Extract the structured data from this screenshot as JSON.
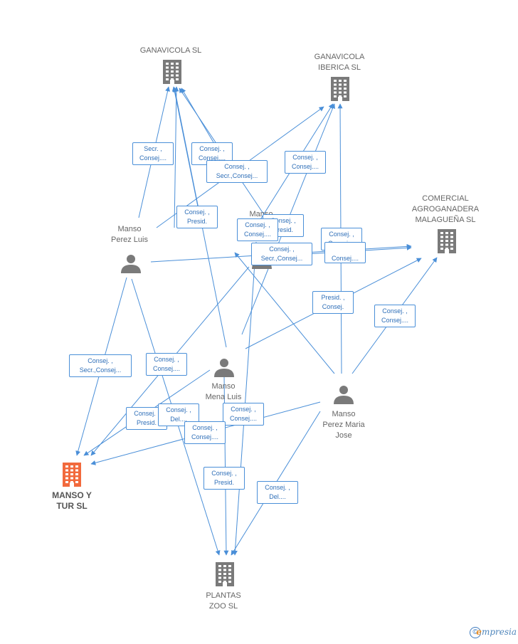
{
  "colors": {
    "edge": "#4a8fd8",
    "company_icon": "#7a7a7a",
    "person_icon": "#7a7a7a",
    "main_company_icon": "#f26a3d"
  },
  "nodes": {
    "ganavicola_sl": {
      "label": "GANAVICOLA SL",
      "kind": "company"
    },
    "ganavicola_iberica_sl": {
      "label": "GANAVICOLA\nIBERICA SL",
      "kind": "company"
    },
    "comercial_agroganadera": {
      "label": "COMERCIAL\nAGROGANADERA\nMALAGUEÑA SL",
      "kind": "company"
    },
    "manso_perez_luis": {
      "label": "Manso\nPerez Luis",
      "kind": "person"
    },
    "manso_hidden": {
      "label": "Manso",
      "kind": "person"
    },
    "manso_mena_luis": {
      "label": "Manso\nMena Luis",
      "kind": "person"
    },
    "manso_perez_maria_jose": {
      "label": "Manso\nPerez Maria\nJose",
      "kind": "person"
    },
    "manso_y_tur_sl": {
      "label": "MANSO Y\nTUR SL",
      "kind": "company-main"
    },
    "plantas_zoo_sl": {
      "label": "PLANTAS\nZOO SL",
      "kind": "company"
    }
  },
  "edge_labels": [
    {
      "id": "e1",
      "text": "Secr. ,\nConsej...."
    },
    {
      "id": "e2",
      "text": "Consej. ,\nConsej...."
    },
    {
      "id": "e3",
      "text": "Consej. ,\nSecr.,Consej..."
    },
    {
      "id": "e4",
      "text": "Consej. ,\nConsej...."
    },
    {
      "id": "e5",
      "text": "Consej. ,\nPresid."
    },
    {
      "id": "e6",
      "text": "Consej. ,\nPresid."
    },
    {
      "id": "e7",
      "text": "Consej. ,\nConsej...."
    },
    {
      "id": "e8",
      "text": "Consej. ,\nSecr.,Consej..."
    },
    {
      "id": "e9",
      "text": "Consej. ,\nConsej...."
    },
    {
      "id": "e10",
      "text": "Consej...."
    },
    {
      "id": "e11",
      "text": "Presid. ,\nConsej."
    },
    {
      "id": "e12",
      "text": "Consej. ,\nConsej...."
    },
    {
      "id": "e13",
      "text": "Consej. ,\nSecr.,Consej..."
    },
    {
      "id": "e14",
      "text": "Consej. ,\nConsej...."
    },
    {
      "id": "e15",
      "text": "Consej. ,\nPresid."
    },
    {
      "id": "e16",
      "text": "Consej. ,\nDel...."
    },
    {
      "id": "e17",
      "text": "Consej. ,\nConsej...."
    },
    {
      "id": "e18",
      "text": "Consej. ,\nConsej...."
    },
    {
      "id": "e19",
      "text": "Consej. ,\nPresid."
    },
    {
      "id": "e20",
      "text": "Consej. ,\nDel...."
    }
  ],
  "footer": {
    "copyright": "©",
    "brand_initial": "e",
    "brand_rest": "mpresia"
  }
}
